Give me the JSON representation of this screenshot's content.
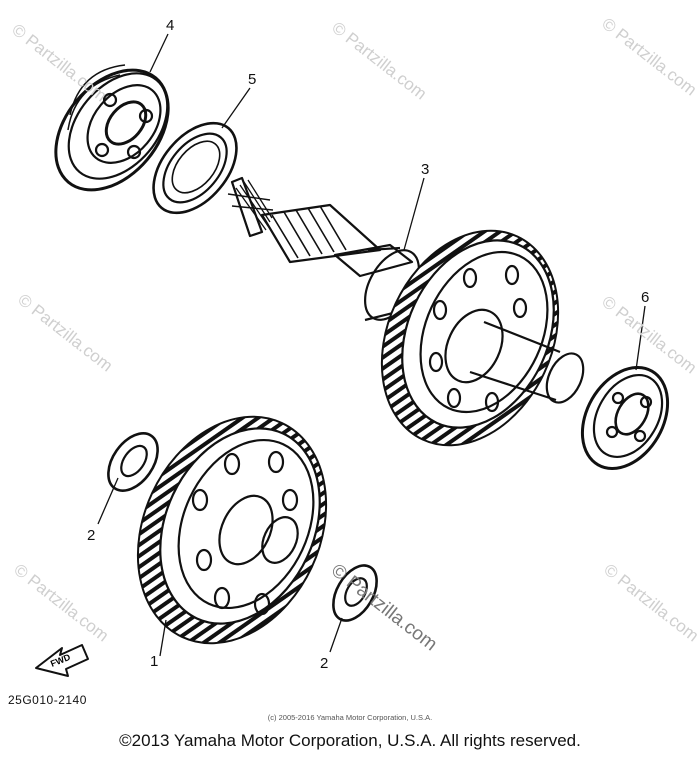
{
  "callouts": [
    "1",
    "2",
    "2",
    "3",
    "4",
    "5",
    "6"
  ],
  "fwd_label": "FWD",
  "diagram_code": "25G010-2140",
  "watermark_text": "© Partzilla.com",
  "small_copyright": "(c) 2005-2016 Yamaha Motor Corporation, U.S.A.",
  "main_copyright": "©2013 Yamaha Motor Corporation, U.S.A. All rights reserved.",
  "colors": {
    "line": "#111111",
    "watermark": "#cfcfcf",
    "background": "#ffffff"
  }
}
